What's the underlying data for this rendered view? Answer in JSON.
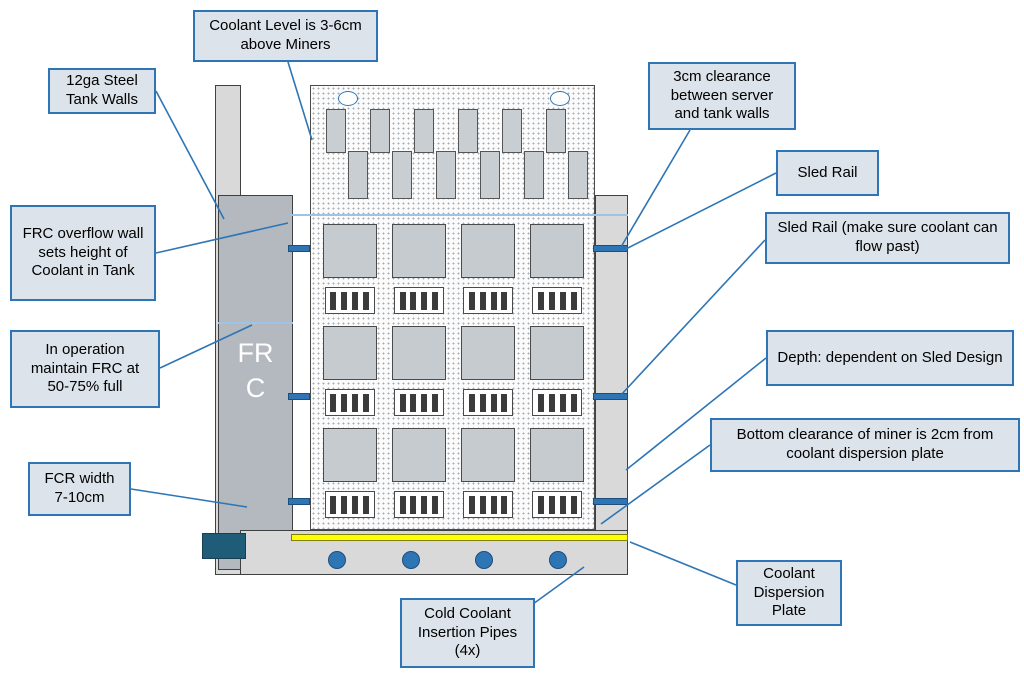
{
  "diagram": {
    "frc_label": "FR C",
    "miners": {
      "rows": 3,
      "columns": 4,
      "vent_slats": 4
    },
    "hanger_pairs": 6,
    "pipes": {
      "count": 4
    },
    "callouts": [
      {
        "id": "coolant-level",
        "text": "Coolant Level is 3-6cm above Miners"
      },
      {
        "id": "steel-walls",
        "text": "12ga Steel Tank Walls"
      },
      {
        "id": "frc-overflow",
        "text": "FRC overflow wall sets height of Coolant in Tank"
      },
      {
        "id": "in-operation",
        "text": "In operation maintain FRC at 50-75% full"
      },
      {
        "id": "fcr-width",
        "text": "FCR width 7-10cm"
      },
      {
        "id": "clearance",
        "text": "3cm clearance between server and tank walls"
      },
      {
        "id": "sled-rail",
        "text": "Sled Rail"
      },
      {
        "id": "sled-rail-flow",
        "text": "Sled Rail (make sure coolant can flow past)"
      },
      {
        "id": "depth",
        "text": "Depth: dependent on Sled Design"
      },
      {
        "id": "bottom-clearance",
        "text": "Bottom clearance of miner is 2cm from coolant dispersion plate"
      },
      {
        "id": "dispersion-plate",
        "text": "Coolant Dispersion Plate"
      },
      {
        "id": "insertion-pipes",
        "text": "Cold Coolant Insertion Pipes (4x)"
      }
    ]
  },
  "colors": {
    "accent_blue": "#2E75B6",
    "callout_fill": "#DCE3EA",
    "tank_gray": "#D9D9D9",
    "frc_gray": "#B3B9BF",
    "rail_blue": "#2E75B6",
    "plate_yellow": "#FFFF00",
    "pipe_blue": "#2E75B6",
    "light_blue_line": "#9DC3E6",
    "dark_fitting_blue": "#1F5C78"
  }
}
